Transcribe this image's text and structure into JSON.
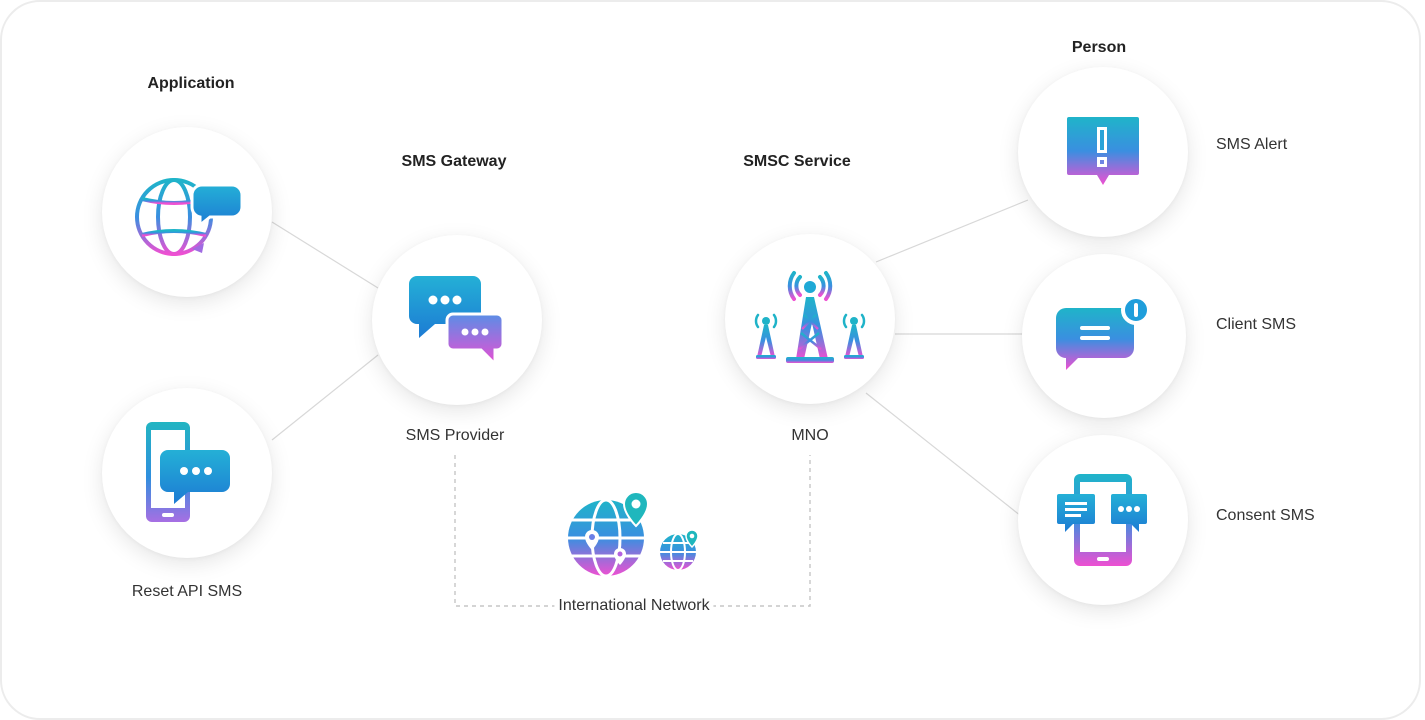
{
  "headings": {
    "application": "Application",
    "gateway": "SMS Gateway",
    "smsc": "SMSC Service",
    "person": "Person"
  },
  "labels": {
    "reset_api": "Reset API SMS",
    "sms_provider": "SMS Provider",
    "mno": "MNO",
    "international": "International Network",
    "sms_alert": "SMS Alert",
    "client_sms": "Client SMS",
    "consent_sms": "Consent SMS"
  },
  "icons": {
    "application": "globe-chat-icon",
    "reset": "phone-chat-icon",
    "provider": "chat-bubbles-icon",
    "mno": "cell-tower-icon",
    "network": "globe-location-icon",
    "alert": "alert-message-icon",
    "client": "message-notification-icon",
    "consent": "phone-conversation-icon"
  },
  "colors": {
    "gradient_top": "#2aaed9",
    "gradient_mid": "#8a6ee0",
    "gradient_bottom": "#e94fd4",
    "teal": "#1fb7bd",
    "blue": "#1f8ad8",
    "line": "#d6d6d6",
    "dash": "#c9c9c9"
  }
}
